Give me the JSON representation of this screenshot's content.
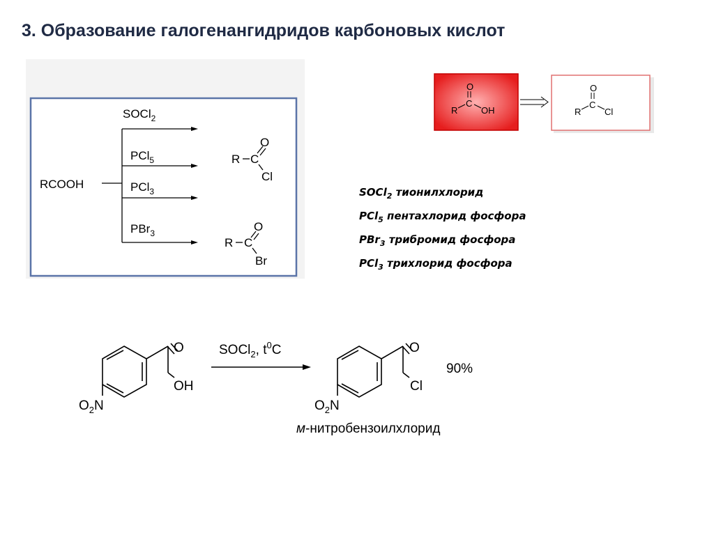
{
  "title": "3. Образование галогенангидридов карбоновых кислот",
  "scheme": {
    "reagent": "RCOOH",
    "reagents": [
      {
        "main": "SOCl",
        "sub": "2"
      },
      {
        "main": "PCl",
        "sub": "5"
      },
      {
        "main": "PCl",
        "sub": "3"
      },
      {
        "main": "PBr",
        "sub": "3"
      }
    ],
    "product_cl": {
      "R": "R",
      "C": "C",
      "O": "O",
      "X": "Cl"
    },
    "product_br": {
      "R": "R",
      "C": "C",
      "O": "O",
      "X": "Br"
    }
  },
  "transform": {
    "left": {
      "R": "R",
      "C": "C",
      "O": "O",
      "X": "OH"
    },
    "right": {
      "R": "R",
      "C": "C",
      "O": "O",
      "X": "Cl"
    }
  },
  "legend": [
    {
      "formula_main": "SOCl",
      "formula_sub": "2",
      "name": "тионилхлорид"
    },
    {
      "formula_main": "PCl",
      "formula_sub": "5",
      "name": "пентахлорид фосфора"
    },
    {
      "formula_main": "PBr",
      "formula_sub": "3",
      "name": "трибромид фосфора"
    },
    {
      "formula_main": "PCl",
      "formula_sub": "3",
      "name": "трихлорид фосфора"
    }
  ],
  "example": {
    "reactant": {
      "O": "O",
      "OH": "OH",
      "nitro_main": "O",
      "nitro_sub": "2",
      "nitro_end": "N"
    },
    "conditions": {
      "reagent_main": "SOCl",
      "reagent_sub": "2",
      "sep": ", t",
      "sup": "0",
      "end": "C"
    },
    "product": {
      "O": "O",
      "Cl": "Cl",
      "nitro_main": "O",
      "nitro_sub": "2",
      "nitro_end": "N"
    },
    "yield": "90%",
    "product_name_prefix": "м",
    "product_name": "-нитробензоилхлорид"
  }
}
